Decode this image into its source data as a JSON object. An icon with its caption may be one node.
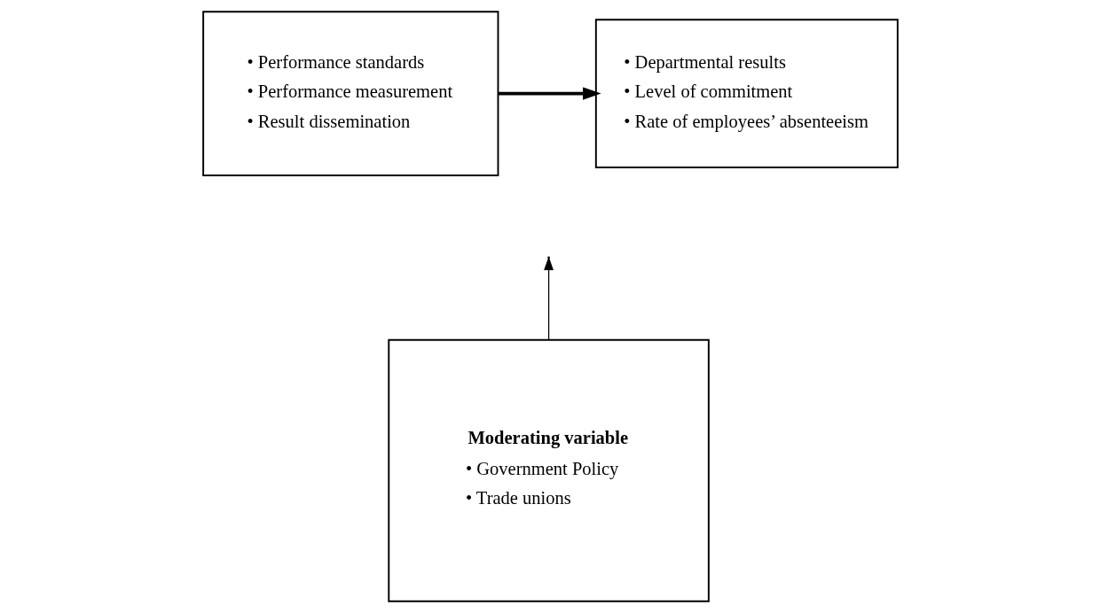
{
  "diagram": {
    "nodes": [
      {
        "text": [
          "• Performance standards",
          "• Performance measurement",
          "• Result dissemination"
        ]
      },
      {
        "text": [
          "• Departmental results",
          "• Level of commitment",
          "• Rate of employees’ absenteeism"
        ]
      },
      {
        "text": [
          "Moderating variable",
          "• Government Policy",
          "• Trade unions"
        ]
      }
    ],
    "edges": [
      {
        "from": 0,
        "to": 1,
        "arrow": "to",
        "style": "thick"
      },
      {
        "from": 2,
        "to": null,
        "arrow": "to"
      }
    ]
  }
}
